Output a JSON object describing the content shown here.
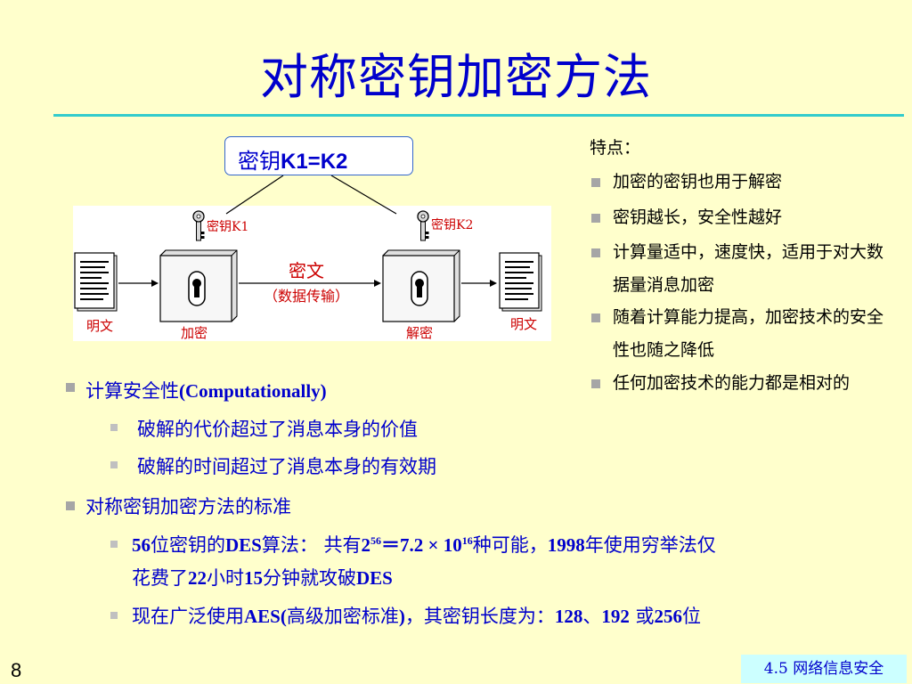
{
  "title": "对称密钥加密方法",
  "diagram": {
    "key_box": {
      "prefix": "密钥",
      "formula": "K1=K2"
    },
    "key1_label": "密钥K1",
    "key2_label": "密钥K2",
    "channel_label": "密文",
    "channel_sublabel": "（数据传输）",
    "plaintext_left": "明文",
    "encrypt_label": "加密",
    "decrypt_label": "解密",
    "plaintext_right": "明文"
  },
  "features": {
    "title": "特点：",
    "items": [
      "加密的密钥也用于解密",
      "密钥越长，安全性越好",
      "计算量适中，速度快，适用于对大数据量消息加密",
      "随着计算能力提高，加密技术的安全性也随之降低",
      "任何加密技术的能力都是相对的"
    ]
  },
  "security": {
    "heading": "计算安全性",
    "heading_en": "(Computationally)",
    "items": [
      "破解的代价超过了消息本身的价值",
      "破解的时间超过了消息本身的有效期"
    ]
  },
  "standards": {
    "heading": "对称密钥加密方法的标准",
    "des": {
      "p1": "56",
      "p2": "位密钥的",
      "p3": "DES",
      "p4": "算法：  共有",
      "p5": "2",
      "p6": "56",
      "p7": "＝7.2 × 10",
      "p8": "16",
      "p9": "种可能，",
      "p10": "1998",
      "p11": "年使用穷举法仅",
      "l2a": "花费了",
      "l2b": "22",
      "l2c": "小时",
      "l2d": "15",
      "l2e": "分钟就攻破",
      "l2f": "DES"
    },
    "aes": {
      "p1": "现在广泛使用",
      "p2": "AES(",
      "p3": "高级加密标准",
      "p4": ")",
      "p5": "，其密钥长度为：",
      "p6": "128",
      "p7": "、",
      "p8": "192",
      "p9": " 或",
      "p10": "256",
      "p11": "位"
    }
  },
  "page_number": "8",
  "footer": "4.5  网络信息安全",
  "colors": {
    "background": "#FFFFCC",
    "title": "#0000CC",
    "rule": "#33CCCC",
    "footer_bg": "#CCFFFF",
    "label_red": "#CC0000"
  }
}
